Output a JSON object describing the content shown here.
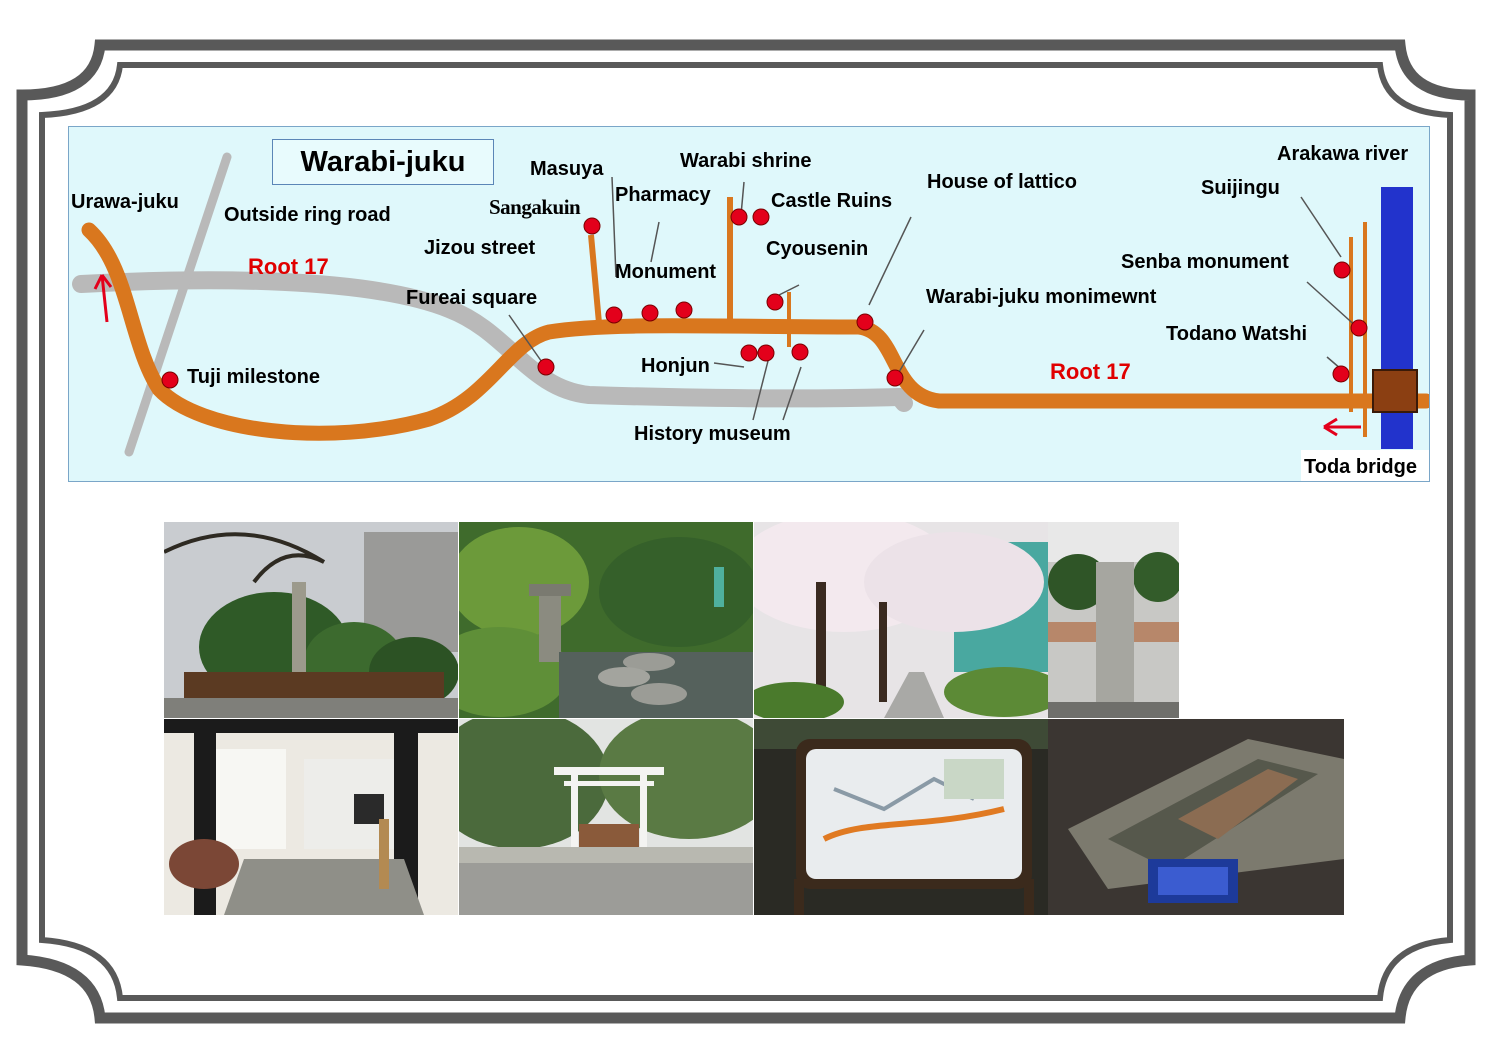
{
  "map": {
    "title": "Warabi-juku",
    "labels": {
      "urawa_juku": "Urawa-juku",
      "outside_ring_road": "Outside ring road",
      "root17_left": "Root 17",
      "root17_right": "Root 17",
      "masuya": "Masuya",
      "sangakuin": "Sangakuin",
      "pharmacy": "Pharmacy",
      "warabi_shrine": "Warabi shrine",
      "castle_ruins": "Castle Ruins",
      "house_of_lattico": "House of lattico",
      "jizou_street": "Jizou street",
      "monument": "Monument",
      "cyousenin": "Cyousenin",
      "fureai_square": "Fureai square",
      "warabi_juku_monument": "Warabi-juku monimewnt",
      "tuji_milestone": "Tuji milestone",
      "honjun": "Honjun",
      "history_museum": "History museum",
      "arakawa_river": "Arakawa river",
      "suijingu": "Suijingu",
      "senba_monument": "Senba monument",
      "todano_watshi": "Todano Watshi",
      "toda_bridge": "Toda bridge"
    },
    "colors": {
      "route": "#d9771e",
      "ring_road": "#b9b9b9",
      "marker": "#e3001b",
      "river": "#2233cc",
      "frame": "#595959"
    }
  },
  "photos": [
    {
      "name": "milestone-garden-photo"
    },
    {
      "name": "japanese-garden-pond-photo"
    },
    {
      "name": "cherry-blossom-street-photo"
    },
    {
      "name": "stone-pillar-monument-photo"
    },
    {
      "name": "honjin-gate-photo"
    },
    {
      "name": "shrine-torii-photo"
    },
    {
      "name": "area-guide-map-board-photo"
    },
    {
      "name": "museum-diorama-photo"
    }
  ]
}
